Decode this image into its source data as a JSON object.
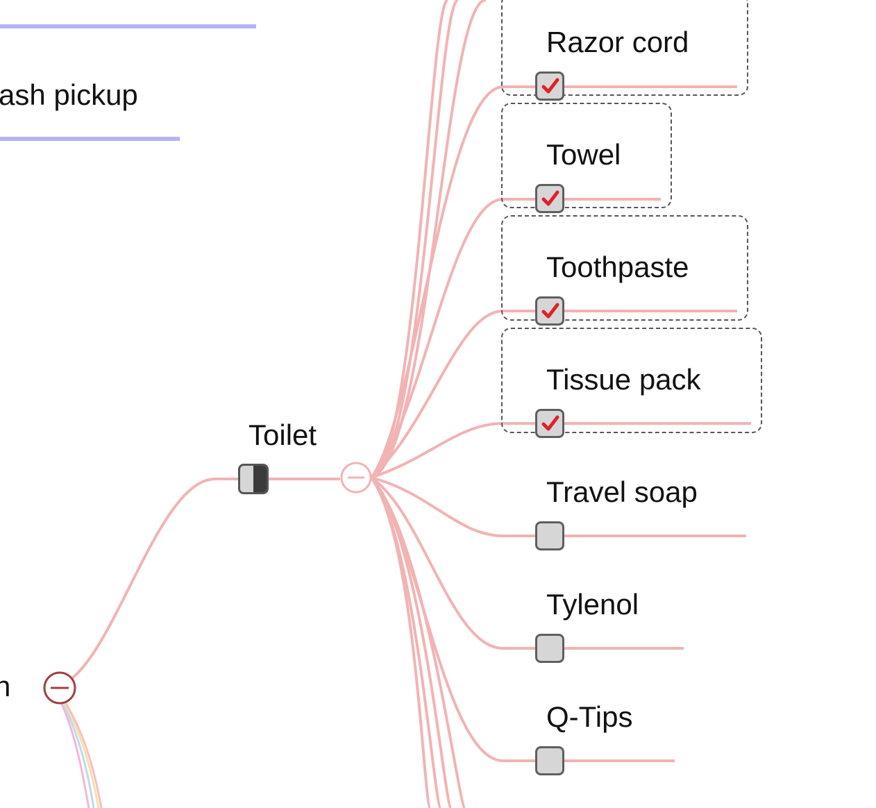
{
  "left_branch": {
    "label_1": "ash pickup",
    "label_2": "n"
  },
  "parent_node": {
    "label": "Toilet",
    "state": "partial"
  },
  "items": [
    {
      "label": "Razor cord",
      "checked": true,
      "selected": true
    },
    {
      "label": "Towel",
      "checked": true,
      "selected": true
    },
    {
      "label": "Toothpaste",
      "checked": true,
      "selected": true
    },
    {
      "label": "Tissue pack",
      "checked": true,
      "selected": true
    },
    {
      "label": "Travel soap",
      "checked": false,
      "selected": false
    },
    {
      "label": "Tylenol",
      "checked": false,
      "selected": false
    },
    {
      "label": "Q-Tips",
      "checked": false,
      "selected": false
    }
  ],
  "colors": {
    "branch": "#f2b3b3",
    "underline_left": "#b3b3f5",
    "checkmark": "#e0202a",
    "collapse_left": "#a04040"
  }
}
